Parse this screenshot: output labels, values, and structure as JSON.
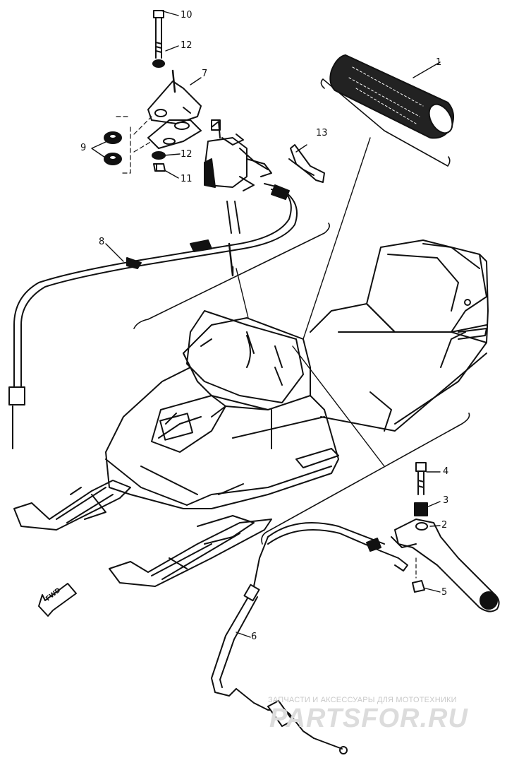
{
  "callouts": [
    "1",
    "2",
    "3",
    "4",
    "5",
    "6",
    "7",
    "8",
    "9",
    "10",
    "11",
    "12",
    "12",
    "13"
  ],
  "fwd_label": "FWD",
  "watermark": {
    "line1": "ЗАПЧАСТИ И АКСЕССУАРЫ ДЛЯ МОТОТЕХНИКИ",
    "logo": "PARTSFOR.RU"
  }
}
